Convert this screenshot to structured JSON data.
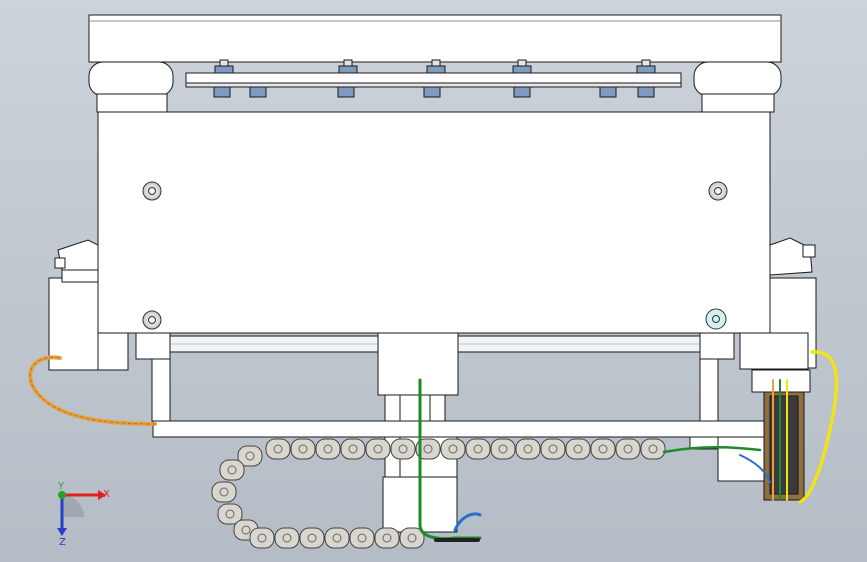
{
  "triad": {
    "x_label": "X",
    "y_label": "Y",
    "z_label": "Z"
  },
  "colors": {
    "background": "#c3cad2",
    "part_fill": "#ffffff",
    "part_stroke": "#1a1a1a",
    "chain_link": "#d9d6cf",
    "wire_orange": "#e8a040",
    "wire_yellow": "#f2e21a",
    "wire_green": "#1f8a2a",
    "wire_blue": "#2a6fd0",
    "axis_x": "#e0201c",
    "axis_y": "#27a02d",
    "axis_z": "#2a3fc9"
  },
  "icons": {
    "triad": "coordinate-triad-icon",
    "bolt": "bolt-icon",
    "screw": "screw-head-icon"
  }
}
